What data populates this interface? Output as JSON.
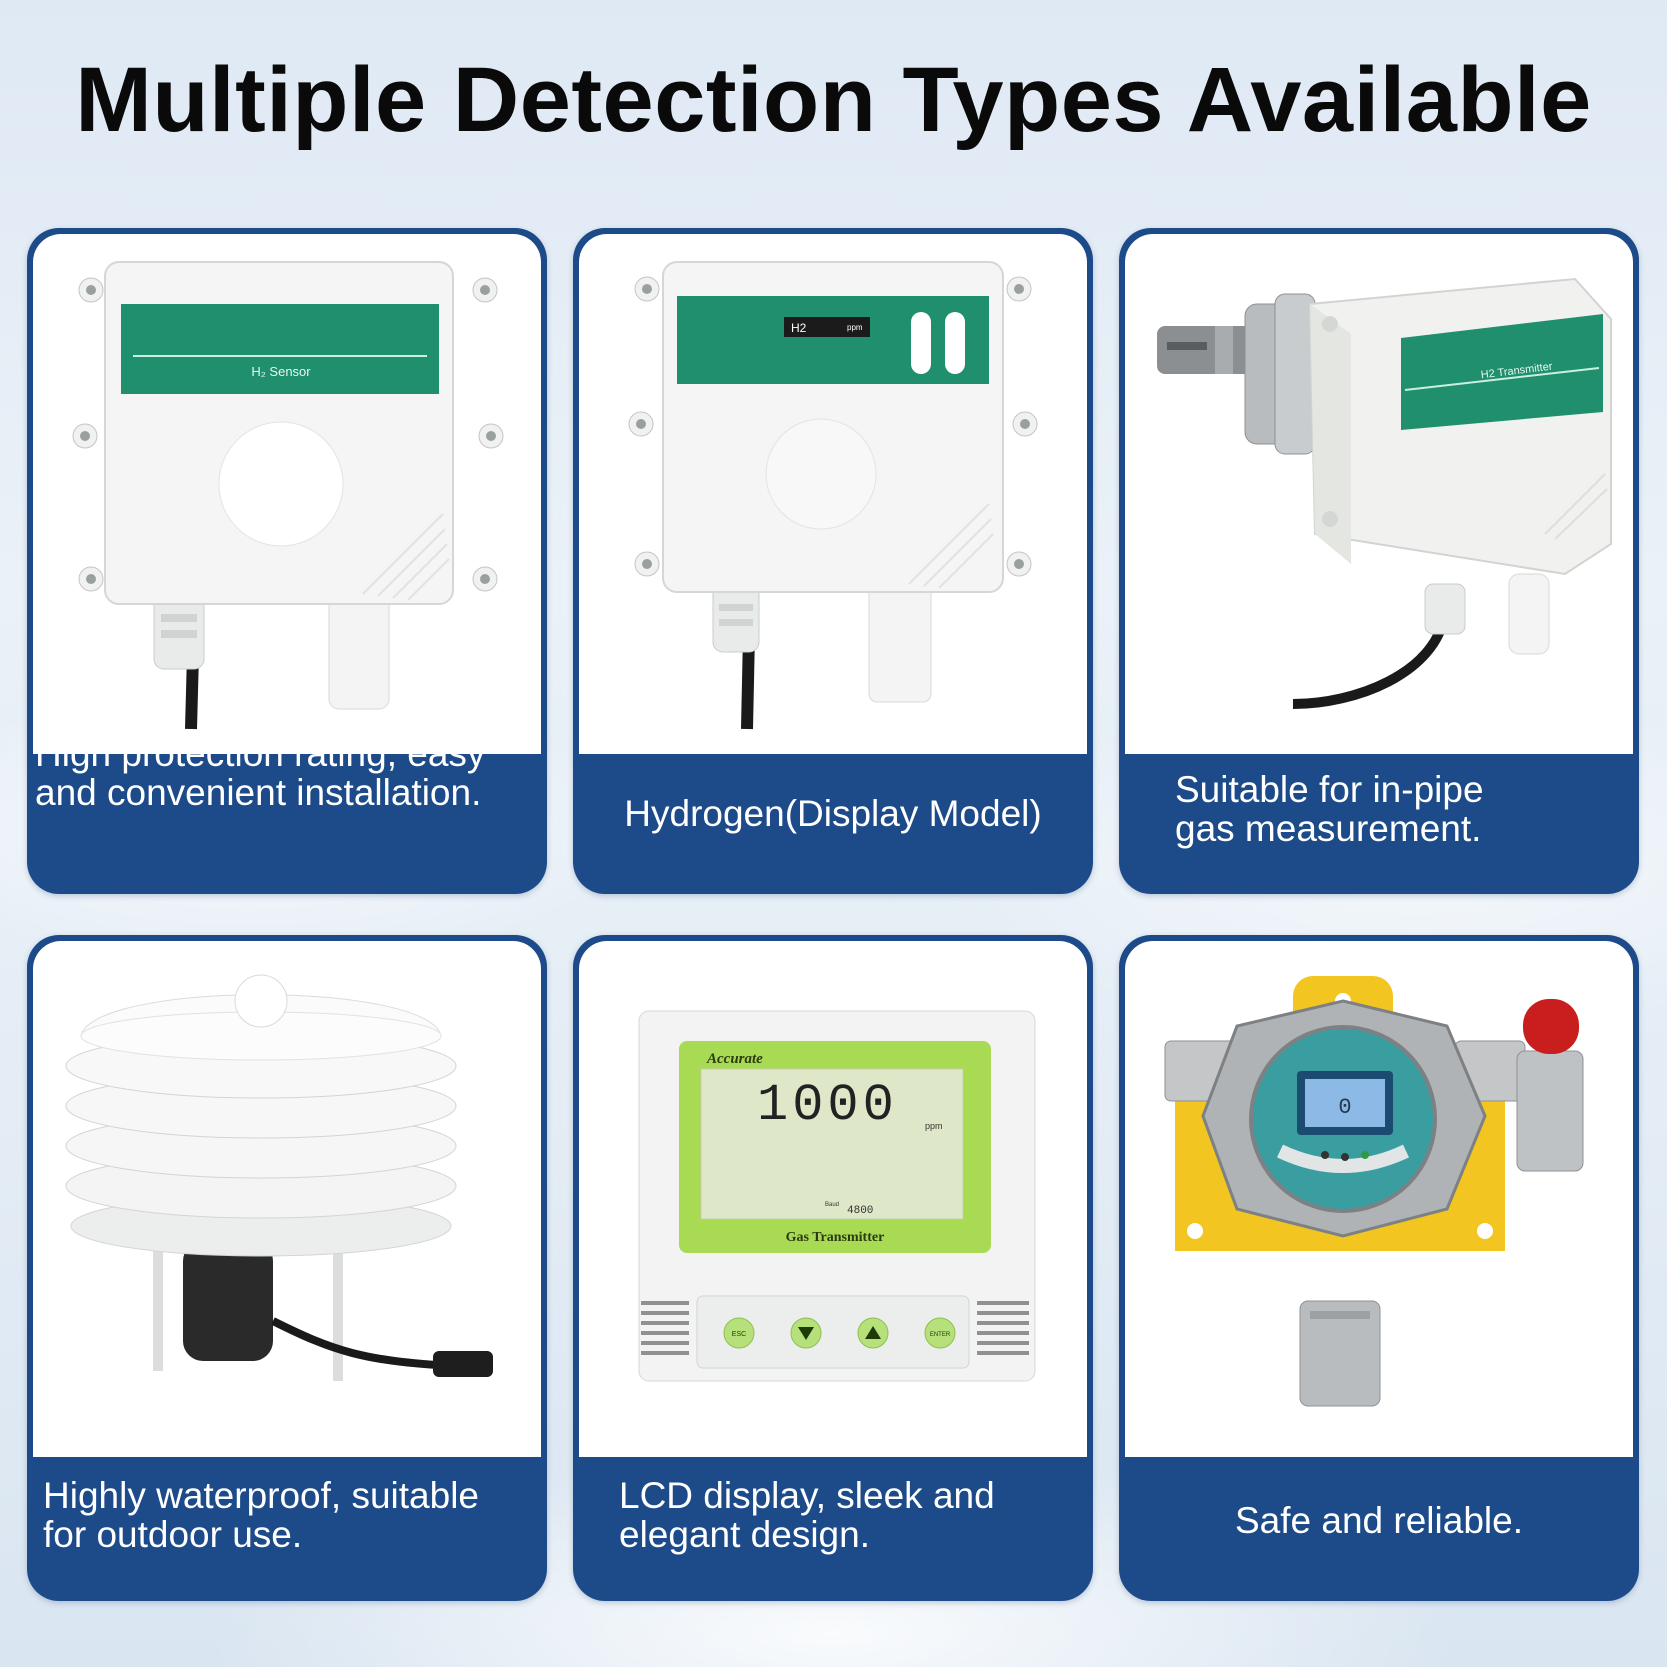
{
  "title": "Multiple Detection Types Available",
  "colors": {
    "card_blue": "#1d4b8a",
    "sensor_green": "#1f8f6e",
    "lcd_green": "#9bd64a",
    "detector_yellow": "#f2c521"
  },
  "cards": [
    {
      "image": "wall-mount-h2-sensor",
      "device_label": "H₂ Sensor",
      "caption": [
        "High protection rating, easy",
        "and convenient installation."
      ]
    },
    {
      "image": "wall-mount-h2-sensor-with-display",
      "display_label": "H2",
      "display_unit": "ppm",
      "caption": [
        "Hydrogen(Display Model)"
      ]
    },
    {
      "image": "pipe-mount-h2-transmitter",
      "device_label": "H2 Transmitter",
      "caption": [
        "Suitable for in-pipe",
        "gas measurement."
      ]
    },
    {
      "image": "louvered-outdoor-shelter-sensor",
      "caption": [
        "Highly waterproof, suitable",
        "for outdoor use."
      ]
    },
    {
      "image": "lcd-gas-transmitter",
      "brand": "Accurate",
      "reading": "1000",
      "unit": "ppm",
      "sub_reading_label": "Baud",
      "sub_reading": "4800",
      "device_label": "Gas Transmitter",
      "buttons": [
        "ESC",
        "ENTER"
      ],
      "caption": [
        "LCD display, sleek and",
        "elegant design."
      ]
    },
    {
      "image": "explosion-proof-gas-detector-with-alarm",
      "reading": "0",
      "caption": [
        "Safe and reliable."
      ]
    }
  ]
}
